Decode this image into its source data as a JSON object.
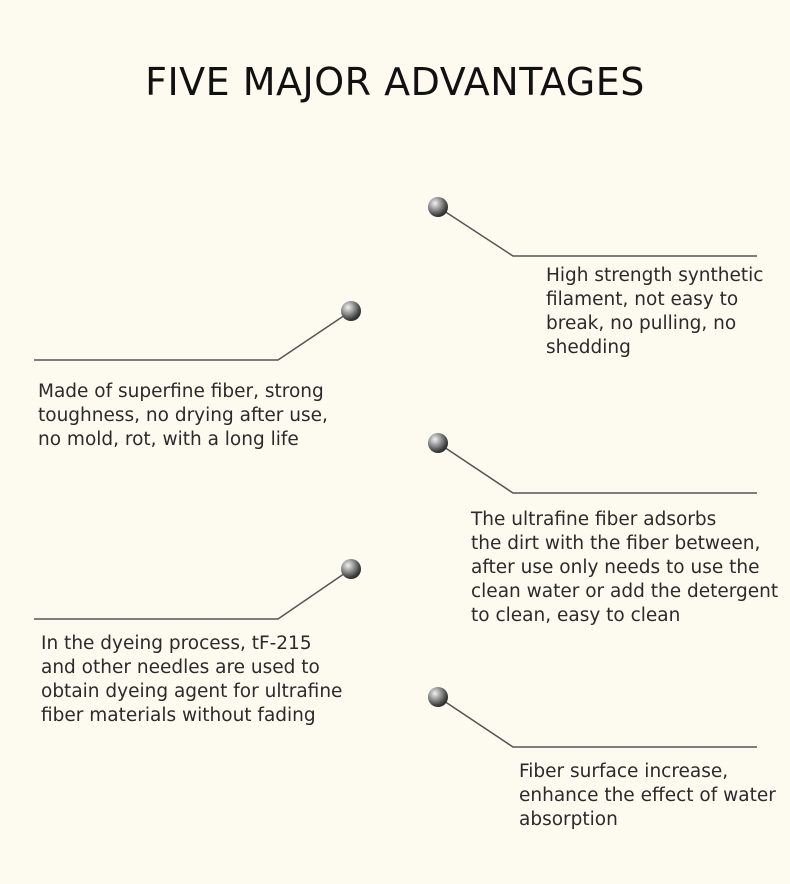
{
  "title": "FIVE MAJOR ADVANTAGES",
  "colors": {
    "background": "#fdfbef",
    "line": "#555555",
    "text": "#2a2a2a",
    "dot": "#6e6e6e"
  },
  "advantages": [
    {
      "text": "High strength synthetic\nfilament, not easy to\nbreak, no pulling, no\nshedding"
    },
    {
      "text": "Made of superfine fiber, strong\ntoughness, no drying after use,\nno mold, rot, with a long life"
    },
    {
      "text": "The ultrafine fiber adsorbs\nthe dirt with the fiber between,\nafter use only needs to use the\nclean water or add the detergent\nto clean, easy to clean"
    },
    {
      "text": "In the dyeing process, tF-215\nand other needles are used to\nobtain dyeing agent for ultrafine\nfiber materials without fading"
    },
    {
      "text": "Fiber surface increase,\nenhance the effect of water\nabsorption"
    }
  ]
}
